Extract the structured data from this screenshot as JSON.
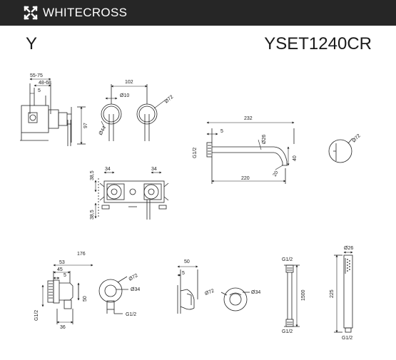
{
  "header": {
    "brand": "WHITECROSS",
    "logo_icon": "cross-x-logo-icon",
    "background": "#262626"
  },
  "series": "Y",
  "model": "YSET1240CR",
  "dims": {
    "valve": {
      "d1": "55-75",
      "d2": "48-68",
      "d3": "5",
      "d4": "97"
    },
    "handles": {
      "d1": "102",
      "d2": "Ø10",
      "d3": "Ø72",
      "d4": "Ø44"
    },
    "box": {
      "d1": "34",
      "d2": "34",
      "d3": "38,5",
      "d4": "38,5"
    },
    "spout": {
      "d1": "232",
      "d2": "5",
      "d3": "Ø26",
      "d4": "G1/2",
      "d5": "40",
      "d6": "20",
      "d7": "220"
    },
    "rosette": {
      "d1": "Ø72"
    },
    "outlet_side": {
      "d1": "176",
      "d2": "53",
      "d3": "45",
      "d4": "5",
      "d5": "50",
      "d6": "G1/2",
      "d7": "36"
    },
    "outlet_front": {
      "d1": "Ø72",
      "d2": "Ø34",
      "d3": "G1/2"
    },
    "holder_side": {
      "d1": "50",
      "d2": "5"
    },
    "holder_front": {
      "d1": "Ø72",
      "d2": "Ø34"
    },
    "hose": {
      "d1": "G1/2",
      "d2": "1500",
      "d3": "G1/2"
    },
    "handshower": {
      "d1": "Ø26",
      "d2": "225",
      "d3": "G1/2"
    }
  }
}
